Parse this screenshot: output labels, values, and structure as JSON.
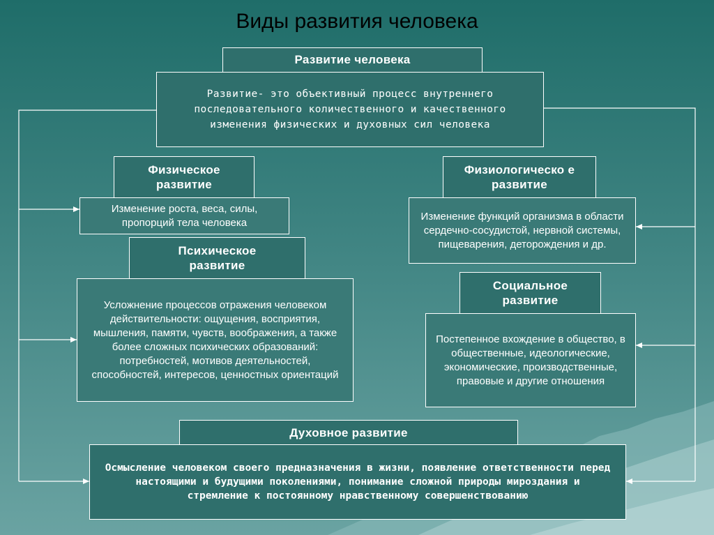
{
  "title": "Виды развития человека",
  "root": {
    "header": "Развитие человека",
    "definition": "Развитие- это объективный процесс внутреннего последовательного количественного и качественного изменения физических и духовных сил человека"
  },
  "physical": {
    "header": "Физическое развитие",
    "body": "Изменение роста, веса, силы, пропорций тела человека"
  },
  "physiological": {
    "header": "Физиологическо е развитие",
    "body": "Изменение функций организма в области сердечно-сосудистой, нервной системы, пищеварения, деторождения и др."
  },
  "psychic": {
    "header": "Психическое развитие",
    "body": "Усложнение процессов отражения человеком действительности: ощущения, восприятия, мышления, памяти, чувств, воображения, а также более сложных психических образований: потребностей, мотивов деятельностей, способностей, интересов, ценностных ориентаций"
  },
  "social": {
    "header": "Социальное развитие",
    "body": "Постепенное вхождение в общество, в общественные, идеологические, экономические, производственные, правовые и другие отношения"
  },
  "spiritual": {
    "header": "Духовное развитие",
    "body": "Осмысление человеком своего предназначения в жизни, появление ответственности перед настоящими и будущими поколениями, понимание сложной природы мироздания и стремление к постоянному нравственному совершенствованию"
  },
  "colors": {
    "background_top": "#1f6d69",
    "background_bottom": "#6aa3a2",
    "box_fill": "#2f6f6c",
    "border": "#ffffff",
    "text": "#ffffff",
    "title": "#000000"
  }
}
